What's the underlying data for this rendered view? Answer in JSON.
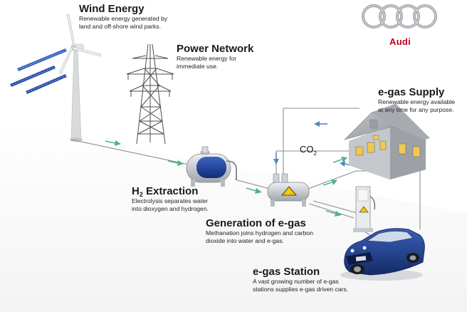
{
  "brand": {
    "name": "Audi",
    "color": "#c0001d"
  },
  "stages": {
    "wind": {
      "title": "Wind Energy",
      "desc": "Renewable energy generated by\nland and off-shore wind parks."
    },
    "power": {
      "title": "Power Network",
      "desc": "Renewable energy for\nimmediate use."
    },
    "h2": {
      "title_main": "H",
      "title_sub": "2",
      "title_rest": " Extraction",
      "desc": "Electrolysis separates water\ninto dioxygen and hydrogen."
    },
    "egas_gen": {
      "title": "Generation of e-gas",
      "desc": "Methanation joins hydrogen and carbon\ndioxide into water and e-gas."
    },
    "egas_supply": {
      "title": "e-gas Supply",
      "desc": "Renewable energy available\nat any time for any purpose."
    },
    "station": {
      "title": "e-gas Station",
      "desc": "A vast growing number of e-gas\nstations supplies e-gas driven cars."
    }
  },
  "co2": {
    "main": "CO",
    "sub": "2"
  },
  "colors": {
    "arrow_green": "#4fb38a",
    "arrow_blue": "#5a86b8",
    "tank_blue": "#1d3f9a",
    "car_blue": "#1f3e8c",
    "house_wall": "#9a9ea3",
    "warning_yellow": "#f5c400"
  }
}
